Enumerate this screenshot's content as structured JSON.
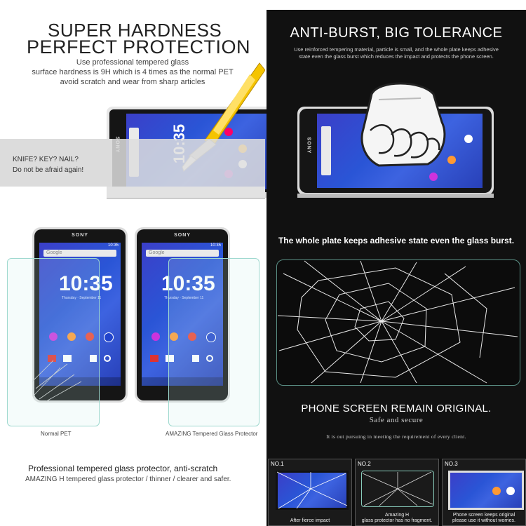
{
  "left": {
    "title_line1": "SUPER HARDNESS",
    "title_line2": "PERFECT PROTECTION",
    "desc_line1": "Use professional tempered glass",
    "desc_line2": "surface hardness is 9H which is 4 times as the normal PET",
    "desc_line3": "avoid scratch and wear from sharp articles",
    "knife_line1": "KNIFE? KEY? NAIL?",
    "knife_line2": "Do not be afraid again!",
    "caption_normal": "Normal PET",
    "caption_amazing": "AMAZING Tempered Glass Protector",
    "bottom_line1": "Professional tempered glass protector, anti-scratch",
    "bottom_line2": "AMAZING H tempered glass protector / thinner / clearer and safer."
  },
  "phone": {
    "brand": "SONY",
    "time": "10:35",
    "status_time": "10:35",
    "search": "Google",
    "date": "Thursday",
    "date2": "September 11"
  },
  "right": {
    "title": "ANTI-BURST, BIG TOLERANCE",
    "desc_line1": "Use reinforced tempering material, particle is small, and the whole plate keeps adhesive",
    "desc_line2": "state even the glass burst which reduces the impact and protects the phone screen.",
    "adhesive": "The whole plate keeps adhesive state even the glass burst.",
    "remain": "PHONE SCREEN REMAIN ORIGINAL.",
    "safe": "Safe and secure",
    "pursuing": "It is out pursuing in meeting the requirement of every client."
  },
  "strip": {
    "no1": "NO.1",
    "no2": "NO.2",
    "no3": "NO.3",
    "cap1": "After fierce impact",
    "cap2_line1": "Amazing H",
    "cap2_line2": "glass protector has no fragment.",
    "cap3_line1": "Phone screen keeps original",
    "cap3_line2": "please use it without worries."
  },
  "colors": {
    "screen_blue": "#2a55d6",
    "film": "#9fd9cf",
    "knife_yellow": "#f5c400"
  }
}
